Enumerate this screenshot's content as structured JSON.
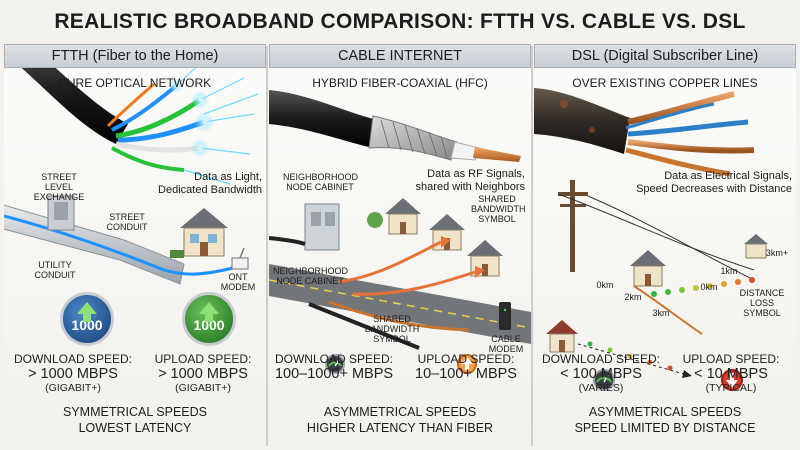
{
  "title": "REALISTIC BROADBAND COMPARISON: FTTH VS. CABLE VS. DSL",
  "panels": {
    "ftth": {
      "header": "FTTH (Fiber to the Home)",
      "subtitle": "PURE OPTICAL NETWORK",
      "note_line1": "Data as Light,",
      "note_line2": "Dedicated Bandwidth",
      "labels": {
        "exchange_1": "STREET LEVEL",
        "exchange_2": "EXCHANGE",
        "street_conduit_1": "STREET",
        "street_conduit_2": "CONDUIT",
        "utility_conduit_1": "UTILITY",
        "utility_conduit_2": "CONDUIT",
        "ont_1": "ONT",
        "ont_2": "MODEM"
      },
      "badges": {
        "download_value": "1000",
        "upload_value": "1000"
      },
      "download": {
        "label": "DOWNLOAD SPEED:",
        "value": "> 1000 MBPS",
        "note": "(GIGABIT+)"
      },
      "upload": {
        "label": "UPLOAD SPEED:",
        "value": "> 1000 MBPS",
        "note": "(GIGABIT+)"
      },
      "footer_line1": "SYMMETRICAL SPEEDS",
      "footer_line2": "LOWEST LATENCY"
    },
    "cable": {
      "header": "CABLE INTERNET",
      "subtitle": "HYBRID FIBER-COAXIAL (HFC)",
      "note_line1": "Data as RF Signals,",
      "note_line2": "shared with Neighbors",
      "labels": {
        "node_top_1": "NEIGHBORHOOD",
        "node_top_2": "NODE CABINET",
        "node_low_1": "NEIGHBORHOOD",
        "node_low_2": "NODE CABINET",
        "shared_top_1": "SHARED",
        "shared_top_2": "BANDWIDTH",
        "shared_top_3": "SYMBOL",
        "shared_low_1": "SHARED",
        "shared_low_2": "BANDWIDTH",
        "shared_low_3": "SYMBOL",
        "modem_1": "CABLE",
        "modem_2": "MODEM"
      },
      "download": {
        "label": "DOWNLOAD SPEED:",
        "value": "100–1000+ MBPS"
      },
      "upload": {
        "label": "UPLOAD SPEED:",
        "value": "10–100+ MBPS"
      },
      "footer_line1": "ASYMMETRICAL SPEEDS",
      "footer_line2": "HIGHER LATENCY THAN FIBER"
    },
    "dsl": {
      "header": "DSL (Digital Subscriber Line)",
      "subtitle": "OVER EXISTING COPPER LINES",
      "note_line1": "Data as Electrical Signals,",
      "note_line2": "Speed Decreases with Distance",
      "labels": {
        "km3plus": "3km+",
        "km1_right": "1km",
        "km0_right": "0km",
        "km0_left": "0km",
        "km2": "2km",
        "km3": "3km",
        "loss_1": "DISTANCE",
        "loss_2": "LOSS",
        "loss_3": "SYMBOL"
      },
      "download": {
        "label": "DOWNLOAD SPEED:",
        "value": "< 100 MBPS",
        "note": "(VARIES)"
      },
      "upload": {
        "label": "UPLOAD SPEED:",
        "value": "< 10 MBPS",
        "note": "(TYPICAL)"
      },
      "footer_line1": "ASYMMETRICAL SPEEDS",
      "footer_line2": "SPEED LIMITED BY DISTANCE"
    }
  },
  "colors": {
    "fiber_blue": "#1e90ff",
    "fiber_green": "#27c23a",
    "cable_copper": "#c7742e",
    "signal_orange": "#e8733a",
    "upload_red": "#d83a2a",
    "badge_blue": "#1f5596",
    "badge_green": "#2d8a2b"
  }
}
